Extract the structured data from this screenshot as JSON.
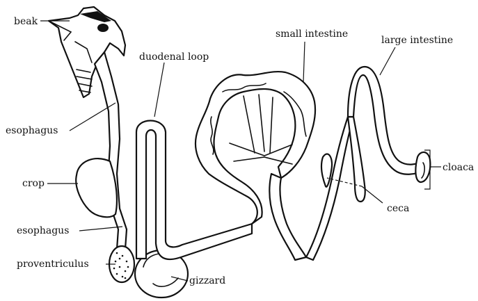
{
  "labels": {
    "beak": "beak",
    "esophagus_upper": "esophagus",
    "crop": "crop",
    "esophagus_lower": "esophagus",
    "proventriculus": "proventriculus",
    "gizzard": "gizzard",
    "duodenal_loop": "duodenal loop",
    "small_intestine": "small intestine",
    "large_intestine": "large intestine",
    "cloaca": "cloaca",
    "ceca": "ceca"
  }
}
